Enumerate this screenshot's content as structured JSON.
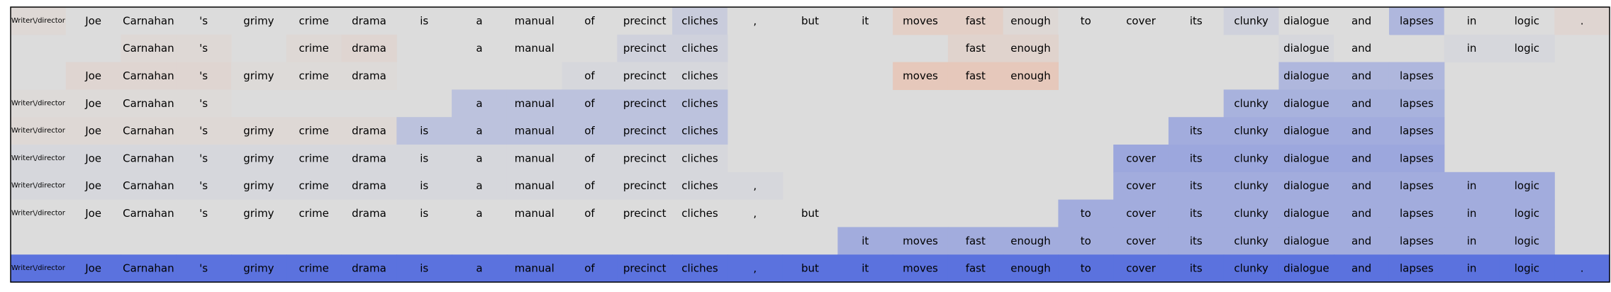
{
  "chart_data": {
    "type": "heatmap",
    "title": "",
    "xlabel": "",
    "ylabel": "",
    "grid": false,
    "legend": "none",
    "colors": {
      "background": "#dcdcdc",
      "neutral": "#dcdcdc",
      "positive_max": "#f2b092",
      "negative_max": "#5b72de"
    },
    "columns": [
      "Writer\\/director",
      "Joe",
      "Carnahan",
      "'s",
      "grimy",
      "crime",
      "drama",
      "is",
      "a",
      "manual",
      "of",
      "precinct",
      "cliches",
      ",",
      "but",
      "it",
      "moves",
      "fast",
      "enough",
      "to",
      "cover",
      "its",
      "clunky",
      "dialogue",
      "and",
      "lapses",
      "in",
      "logic",
      "."
    ],
    "rows": [
      {
        "tokens": [
          "Writer\\/director",
          "Joe",
          "Carnahan",
          "'s",
          "grimy",
          "crime",
          "drama",
          "is",
          "a",
          "manual",
          "of",
          "precinct",
          "cliches",
          ",",
          "but",
          "it",
          "moves",
          "fast",
          "enough",
          "to",
          "cover",
          "its",
          "clunky",
          "dialogue",
          "and",
          "lapses",
          "in",
          "logic",
          "."
        ],
        "values": [
          0.1,
          0,
          0,
          0,
          0,
          0,
          0,
          0,
          0,
          0,
          0,
          0,
          -0.15,
          0,
          0,
          0,
          0.3,
          0.3,
          0.1,
          0,
          0,
          0,
          -0.1,
          0,
          0,
          -0.35,
          0,
          0,
          0.15
        ]
      },
      {
        "tokens": [
          "",
          "",
          "Carnahan",
          "'s",
          "",
          "crime",
          "drama",
          "",
          "a",
          "manual",
          "",
          "precinct",
          "cliches",
          "",
          "",
          "",
          "",
          "fast",
          "enough",
          "",
          "",
          "",
          "",
          "dialogue",
          "and",
          "",
          "in",
          "logic",
          ""
        ],
        "values": [
          null,
          null,
          0.1,
          0.1,
          null,
          0.1,
          0.15,
          null,
          0,
          0,
          null,
          -0.1,
          -0.1,
          null,
          null,
          null,
          null,
          0.2,
          0.2,
          null,
          null,
          null,
          null,
          -0.05,
          0,
          null,
          -0.05,
          -0.05,
          null
        ]
      },
      {
        "tokens": [
          "",
          "Joe",
          "Carnahan",
          "'s",
          "grimy",
          "crime",
          "drama",
          "",
          "",
          "",
          "of",
          "precinct",
          "cliches",
          "",
          "",
          "",
          "moves",
          "fast",
          "enough",
          "",
          "",
          "",
          "",
          "dialogue",
          "and",
          "lapses",
          "",
          "",
          ""
        ],
        "values": [
          null,
          0.15,
          0.15,
          0.15,
          0.05,
          0.05,
          0.05,
          null,
          null,
          null,
          -0.05,
          -0.05,
          -0.05,
          null,
          null,
          null,
          0.45,
          0.45,
          0.45,
          null,
          null,
          null,
          null,
          -0.35,
          -0.35,
          -0.35,
          null,
          null,
          null
        ]
      },
      {
        "tokens": [
          "Writer\\/director",
          "Joe",
          "Carnahan",
          "'s",
          "",
          "",
          "",
          "",
          "a",
          "manual",
          "of",
          "precinct",
          "cliches",
          "",
          "",
          "",
          "",
          "",
          "",
          "",
          "",
          "",
          "clunky",
          "dialogue",
          "and",
          "lapses",
          "",
          "",
          ""
        ],
        "values": [
          0.05,
          0.05,
          0.05,
          0.05,
          null,
          null,
          null,
          null,
          -0.25,
          -0.25,
          -0.25,
          -0.25,
          -0.25,
          null,
          null,
          null,
          null,
          null,
          null,
          null,
          null,
          null,
          -0.4,
          -0.4,
          -0.4,
          -0.4,
          null,
          null,
          null
        ]
      },
      {
        "tokens": [
          "Writer\\/director",
          "Joe",
          "Carnahan",
          "'s",
          "grimy",
          "crime",
          "drama",
          "is",
          "a",
          "manual",
          "of",
          "precinct",
          "cliches",
          "",
          "",
          "",
          "",
          "",
          "",
          "",
          "",
          "its",
          "clunky",
          "dialogue",
          "and",
          "lapses",
          "",
          "",
          ""
        ],
        "values": [
          0.1,
          0.1,
          0.1,
          0.1,
          0.1,
          0.1,
          0.1,
          -0.25,
          -0.25,
          -0.25,
          -0.25,
          -0.25,
          -0.25,
          null,
          null,
          null,
          null,
          null,
          null,
          null,
          null,
          -0.45,
          -0.45,
          -0.45,
          -0.45,
          -0.45,
          null,
          null,
          null
        ]
      },
      {
        "tokens": [
          "Writer\\/director",
          "Joe",
          "Carnahan",
          "'s",
          "grimy",
          "crime",
          "drama",
          "is",
          "a",
          "manual",
          "of",
          "precinct",
          "cliches",
          "",
          "",
          "",
          "",
          "",
          "",
          "",
          "cover",
          "its",
          "clunky",
          "dialogue",
          "and",
          "lapses",
          "",
          "",
          ""
        ],
        "values": [
          -0.05,
          -0.05,
          -0.05,
          -0.05,
          -0.05,
          -0.05,
          -0.05,
          -0.05,
          -0.05,
          -0.05,
          -0.05,
          -0.05,
          -0.05,
          null,
          null,
          null,
          null,
          null,
          null,
          null,
          -0.5,
          -0.5,
          -0.5,
          -0.5,
          -0.5,
          -0.5,
          null,
          null,
          null
        ]
      },
      {
        "tokens": [
          "Writer\\/director",
          "Joe",
          "Carnahan",
          "'s",
          "grimy",
          "crime",
          "drama",
          "is",
          "a",
          "manual",
          "of",
          "precinct",
          "cliches",
          ",",
          "",
          "",
          "",
          "",
          "",
          "",
          "cover",
          "its",
          "clunky",
          "dialogue",
          "and",
          "lapses",
          "in",
          "logic",
          ""
        ],
        "values": [
          -0.05,
          -0.05,
          -0.05,
          -0.05,
          -0.05,
          -0.05,
          -0.05,
          -0.05,
          -0.05,
          -0.05,
          -0.05,
          -0.05,
          -0.05,
          -0.05,
          null,
          null,
          null,
          null,
          null,
          null,
          -0.45,
          -0.45,
          -0.45,
          -0.45,
          -0.45,
          -0.45,
          -0.45,
          -0.45,
          null
        ]
      },
      {
        "tokens": [
          "Writer\\/director",
          "Joe",
          "Carnahan",
          "'s",
          "grimy",
          "crime",
          "drama",
          "is",
          "a",
          "manual",
          "of",
          "precinct",
          "cliches",
          ",",
          "but",
          "",
          "",
          "",
          "",
          "to",
          "cover",
          "its",
          "clunky",
          "dialogue",
          "and",
          "lapses",
          "in",
          "logic",
          ""
        ],
        "values": [
          0,
          0,
          0,
          0,
          0,
          0,
          0,
          0,
          0,
          0,
          0,
          0,
          0,
          0,
          0,
          null,
          null,
          null,
          null,
          -0.45,
          -0.45,
          -0.45,
          -0.45,
          -0.45,
          -0.45,
          -0.45,
          -0.45,
          -0.45,
          null
        ]
      },
      {
        "tokens": [
          "",
          "",
          "",
          "",
          "",
          "",
          "",
          "",
          "",
          "",
          "",
          "",
          "",
          "",
          "",
          "it",
          "moves",
          "fast",
          "enough",
          "to",
          "cover",
          "its",
          "clunky",
          "dialogue",
          "and",
          "lapses",
          "in",
          "logic",
          ""
        ],
        "values": [
          null,
          null,
          null,
          null,
          null,
          null,
          null,
          null,
          null,
          null,
          null,
          null,
          null,
          null,
          null,
          -0.45,
          -0.45,
          -0.45,
          -0.45,
          -0.45,
          -0.45,
          -0.45,
          -0.45,
          -0.45,
          -0.45,
          -0.45,
          -0.45,
          -0.45,
          null
        ]
      },
      {
        "tokens": [
          "Writer\\/director",
          "Joe",
          "Carnahan",
          "'s",
          "grimy",
          "crime",
          "drama",
          "is",
          "a",
          "manual",
          "of",
          "precinct",
          "cliches",
          ",",
          "but",
          "it",
          "moves",
          "fast",
          "enough",
          "to",
          "cover",
          "its",
          "clunky",
          "dialogue",
          "and",
          "lapses",
          "in",
          "logic",
          "."
        ],
        "values": [
          -1,
          -1,
          -1,
          -1,
          -1,
          -1,
          -1,
          -1,
          -1,
          -1,
          -1,
          -1,
          -1,
          -1,
          -1,
          -1,
          -1,
          -1,
          -1,
          -1,
          -1,
          -1,
          -1,
          -1,
          -1,
          -1,
          -1,
          -1,
          -1
        ]
      }
    ]
  }
}
